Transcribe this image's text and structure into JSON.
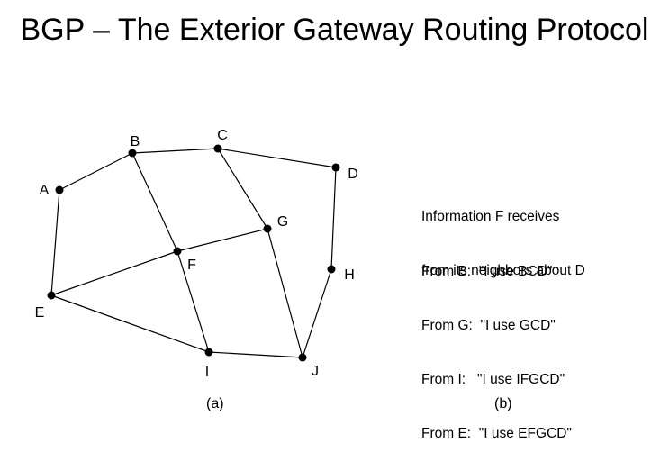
{
  "title": "BGP – The Exterior Gateway Routing Protocol",
  "diagram": {
    "nodes": [
      {
        "id": "A",
        "label": "A"
      },
      {
        "id": "B",
        "label": "B"
      },
      {
        "id": "C",
        "label": "C"
      },
      {
        "id": "D",
        "label": "D"
      },
      {
        "id": "E",
        "label": "E"
      },
      {
        "id": "F",
        "label": "F"
      },
      {
        "id": "G",
        "label": "G"
      },
      {
        "id": "H",
        "label": "H"
      },
      {
        "id": "I",
        "label": "I"
      },
      {
        "id": "J",
        "label": "J"
      }
    ],
    "edges": [
      [
        "A",
        "B"
      ],
      [
        "B",
        "C"
      ],
      [
        "C",
        "D"
      ],
      [
        "A",
        "E"
      ],
      [
        "B",
        "F"
      ],
      [
        "C",
        "G"
      ],
      [
        "D",
        "H"
      ],
      [
        "E",
        "F"
      ],
      [
        "F",
        "G"
      ],
      [
        "E",
        "I"
      ],
      [
        "F",
        "I"
      ],
      [
        "I",
        "J"
      ],
      [
        "G",
        "J"
      ],
      [
        "H",
        "J"
      ]
    ],
    "caption": "(a)"
  },
  "info": {
    "intro_line1": "Information F receives",
    "intro_line2": "from its neighbors about D",
    "lines": [
      "From B:  \"I use BCD\"",
      "From G:  \"I use GCD\"",
      "From I:   \"I use IFGCD\"",
      "From E:  \"I use EFGCD\""
    ],
    "caption": "(b)"
  }
}
